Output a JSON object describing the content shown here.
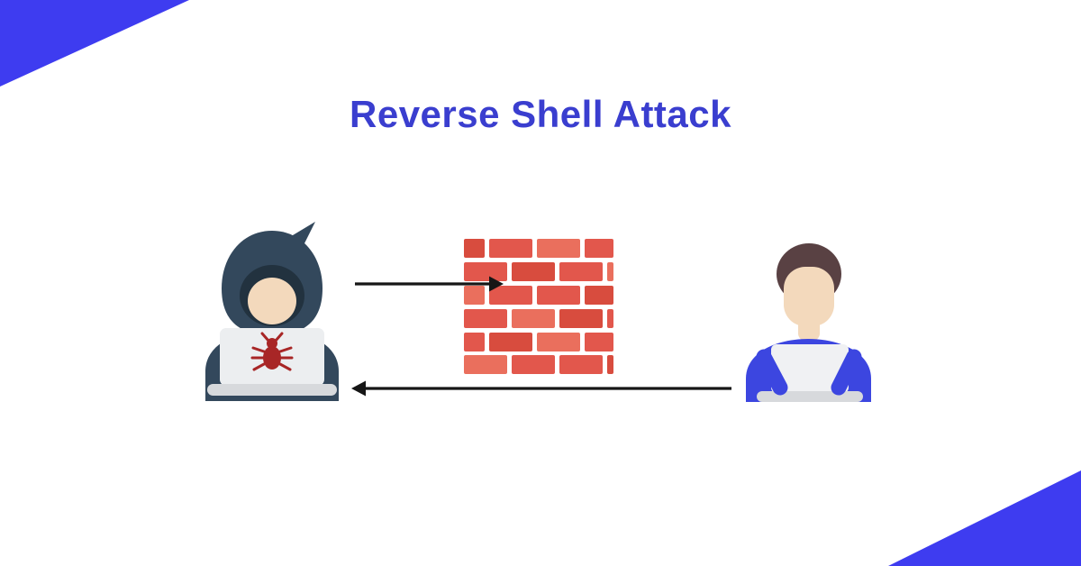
{
  "title": {
    "text": "Reverse Shell Attack"
  },
  "theme": {
    "corner": "#3e3cf0",
    "accent": "#3a3ecf",
    "arrow": "#161616",
    "brick": "#e2574c",
    "brick-light": "#ea6f5d",
    "brick-dark": "#d84c3e",
    "hood": "#33485c",
    "hood-inner": "#22323f",
    "skin": "#f3d9bc",
    "laptop": "#eceef0",
    "laptop-base": "#d7d9dc",
    "bug": "#a82626",
    "hair": "#594143",
    "shirt": "#3c46e0",
    "victim-laptop": "#f0f1f3"
  },
  "diagram": {
    "attacker": {
      "icon": "hacker-laptop-icon"
    },
    "firewall": {
      "icon": "firewall-bricks-icon"
    },
    "victim": {
      "icon": "user-laptop-icon"
    },
    "arrows": [
      {
        "name": "attacker-to-firewall-arrow",
        "direction": "right"
      },
      {
        "name": "victim-to-attacker-arrow",
        "direction": "left"
      }
    ]
  }
}
